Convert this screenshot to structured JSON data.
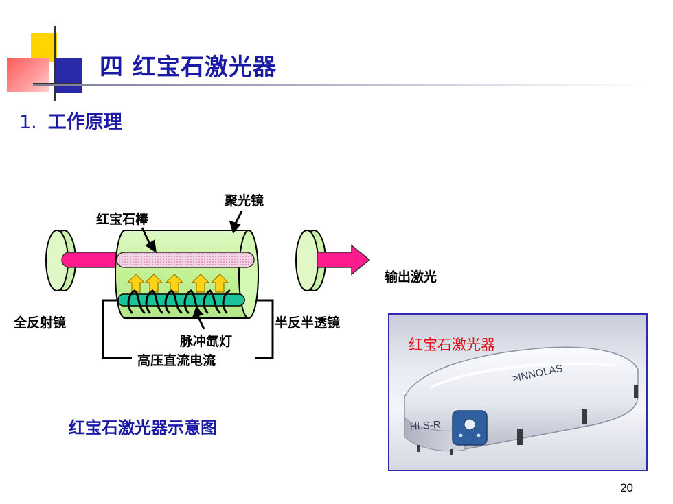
{
  "slide": {
    "title": "四 红宝石激光器",
    "subheading_number": "1.",
    "subheading_text": "工作原理",
    "page_number": "20"
  },
  "diagram": {
    "labels": {
      "concentrator": "聚光镜",
      "ruby_rod": "红宝石棒",
      "output_laser": "输出激光",
      "total_reflector": "全反射镜",
      "partial_reflector": "半反半透镜",
      "flash_lamp": "脉冲氙灯",
      "power_supply": "高压直流电流"
    },
    "caption": "红宝石激光器示意图",
    "colors": {
      "beam": "#ff1d8e",
      "cavity": "#c6f59c",
      "lamp": "#19c49a",
      "arrow_fill": "#ffd21a",
      "mirror": "#c8f0a8"
    }
  },
  "photo": {
    "label": "红宝石激光器",
    "brand_text": ">INNOLAS",
    "model_text": "HLS-R"
  }
}
